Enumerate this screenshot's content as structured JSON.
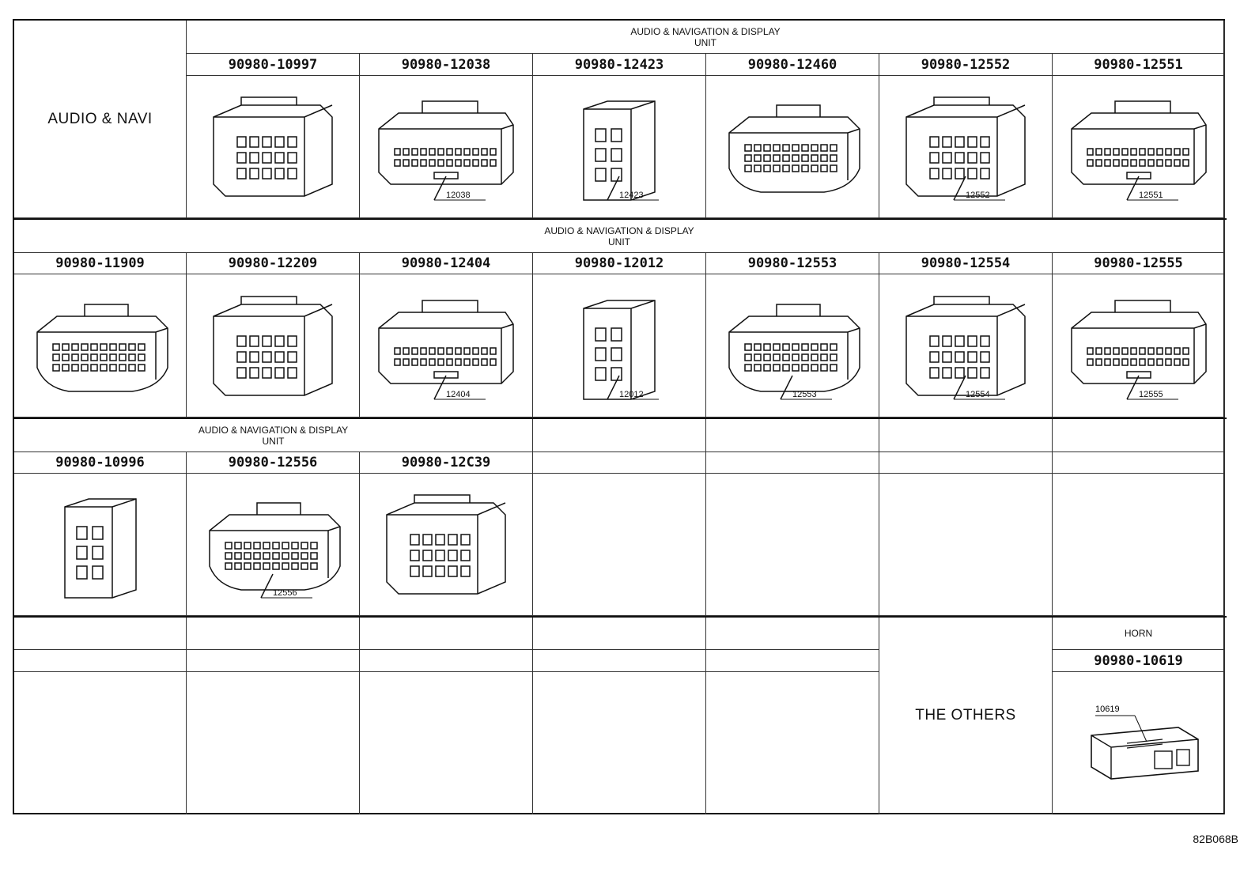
{
  "rows": [
    {
      "group_label": "AUDIO & NAVI",
      "header_line1": "AUDIO & NAVIGATION & DISPLAY",
      "header_line2": "UNIT",
      "parts": [
        {
          "pn": "90980-10997",
          "callout": ""
        },
        {
          "pn": "90980-12038",
          "callout": "12038"
        },
        {
          "pn": "90980-12423",
          "callout": "12423"
        },
        {
          "pn": "90980-12460",
          "callout": ""
        },
        {
          "pn": "90980-12552",
          "callout": "12552"
        },
        {
          "pn": "90980-12551",
          "callout": "12551"
        }
      ]
    },
    {
      "header_line1": "AUDIO & NAVIGATION & DISPLAY",
      "header_line2": "UNIT",
      "parts": [
        {
          "pn": "90980-11909",
          "callout": ""
        },
        {
          "pn": "90980-12209",
          "callout": ""
        },
        {
          "pn": "90980-12404",
          "callout": "12404"
        },
        {
          "pn": "90980-12012",
          "callout": "12012"
        },
        {
          "pn": "90980-12553",
          "callout": "12553"
        },
        {
          "pn": "90980-12554",
          "callout": "12554"
        },
        {
          "pn": "90980-12555",
          "callout": "12555"
        }
      ]
    },
    {
      "header_line1": "AUDIO & NAVIGATION & DISPLAY",
      "header_line2": "UNIT",
      "parts": [
        {
          "pn": "90980-10996",
          "callout": ""
        },
        {
          "pn": "90980-12556",
          "callout": "12556"
        },
        {
          "pn": "90980-12C39",
          "callout": ""
        }
      ]
    },
    {
      "others_label": "THE OTHERS",
      "horn_header": "HORN",
      "horn_part": {
        "pn": "90980-10619",
        "callout": "10619"
      }
    }
  ],
  "figure_ref": "82B068B",
  "icons": [
    "connector-drawing"
  ]
}
